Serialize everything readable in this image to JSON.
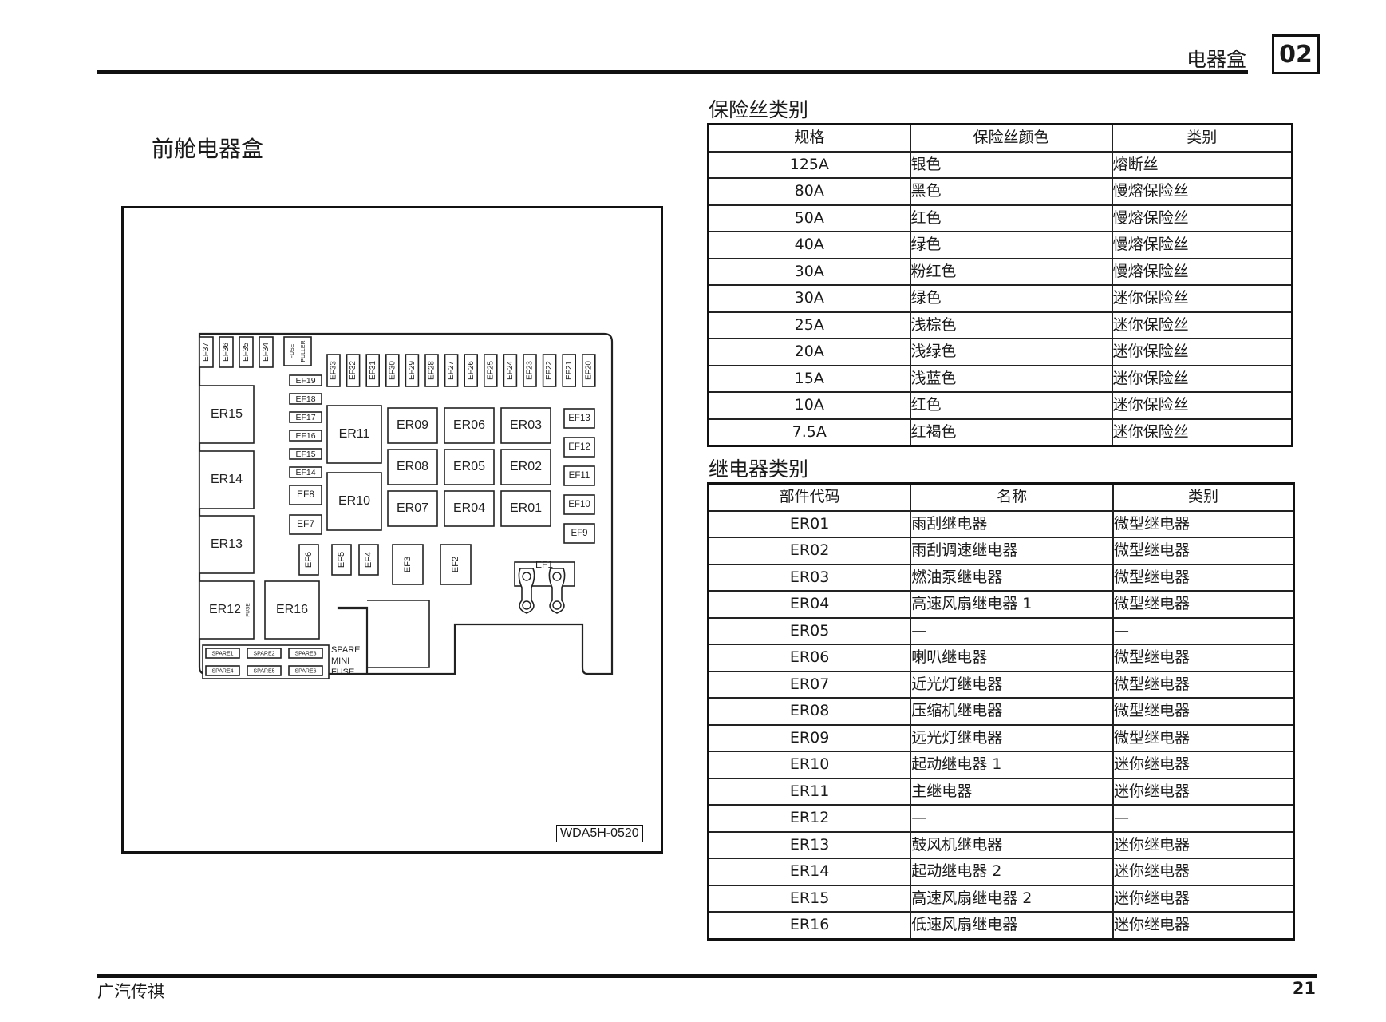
{
  "header": {
    "section_title": "电器盒",
    "chapter_number": "02"
  },
  "footer": {
    "brand": "广汽传祺",
    "page_number": "21"
  },
  "diagram": {
    "title": "前舱电器盒",
    "code": "WDA5H-0520",
    "relays_large": [
      "ER15",
      "ER14",
      "ER13",
      "ER12",
      "ER16",
      "ER11",
      "ER10"
    ],
    "relays_grid": [
      [
        "ER09",
        "ER06",
        "ER03"
      ],
      [
        "ER08",
        "ER05",
        "ER02"
      ],
      [
        "ER07",
        "ER04",
        "ER01"
      ]
    ],
    "top_fuses_left": [
      "EF37",
      "EF36",
      "EF35",
      "EF34"
    ],
    "fuse_puller": [
      "FUSE",
      "PULLER"
    ],
    "top_fuses_right": [
      "EF33",
      "EF32",
      "EF31",
      "EF30",
      "EF29",
      "EF28",
      "EF27",
      "EF26",
      "EF25",
      "EF24",
      "EF23",
      "EF22",
      "EF21",
      "EF20"
    ],
    "column_fuses": [
      "EF19",
      "EF18",
      "EF17",
      "EF16",
      "EF15",
      "EF14"
    ],
    "small_fuses": [
      "EF8",
      "EF7"
    ],
    "right_fuses": [
      "EF13",
      "EF12",
      "EF11",
      "EF10",
      "EF9"
    ],
    "bottom_fuses": [
      "EF6",
      "EF5",
      "EF4",
      "EF3",
      "EF2"
    ],
    "main_fuse": "EF1",
    "er12_fuse_label": "FUSE",
    "spares": [
      "SPARE1",
      "SPARE2",
      "SPARE3",
      "SPARE4",
      "SPARE5",
      "SPARE6"
    ],
    "spare_label": [
      "SPARE",
      "MINI",
      "FUSE"
    ]
  },
  "fuse_table": {
    "title": "保险丝类别",
    "headers": [
      "规格",
      "保险丝颜色",
      "类别"
    ],
    "rows": [
      [
        "125A",
        "银色",
        "熔断丝"
      ],
      [
        "80A",
        "黑色",
        "慢熔保险丝"
      ],
      [
        "50A",
        "红色",
        "慢熔保险丝"
      ],
      [
        "40A",
        "绿色",
        "慢熔保险丝"
      ],
      [
        "30A",
        "粉红色",
        "慢熔保险丝"
      ],
      [
        "30A",
        "绿色",
        "迷你保险丝"
      ],
      [
        "25A",
        "浅棕色",
        "迷你保险丝"
      ],
      [
        "20A",
        "浅绿色",
        "迷你保险丝"
      ],
      [
        "15A",
        "浅蓝色",
        "迷你保险丝"
      ],
      [
        "10A",
        "红色",
        "迷你保险丝"
      ],
      [
        "7.5A",
        "红褐色",
        "迷你保险丝"
      ]
    ]
  },
  "relay_table": {
    "title": "继电器类别",
    "headers": [
      "部件代码",
      "名称",
      "类别"
    ],
    "rows": [
      [
        "ER01",
        "雨刮继电器",
        "微型继电器"
      ],
      [
        "ER02",
        "雨刮调速继电器",
        "微型继电器"
      ],
      [
        "ER03",
        "燃油泵继电器",
        "微型继电器"
      ],
      [
        "ER04",
        "高速风扇继电器 1",
        "微型继电器"
      ],
      [
        "ER05",
        "—",
        "—"
      ],
      [
        "ER06",
        "喇叭继电器",
        "微型继电器"
      ],
      [
        "ER07",
        "近光灯继电器",
        "微型继电器"
      ],
      [
        "ER08",
        "压缩机继电器",
        "微型继电器"
      ],
      [
        "ER09",
        "远光灯继电器",
        "微型继电器"
      ],
      [
        "ER10",
        "起动继电器 1",
        "迷你继电器"
      ],
      [
        "ER11",
        "主继电器",
        "迷你继电器"
      ],
      [
        "ER12",
        "—",
        "—"
      ],
      [
        "ER13",
        "鼓风机继电器",
        "迷你继电器"
      ],
      [
        "ER14",
        "起动继电器 2",
        "迷你继电器"
      ],
      [
        "ER15",
        "高速风扇继电器 2",
        "迷你继电器"
      ],
      [
        "ER16",
        "低速风扇继电器",
        "迷你继电器"
      ]
    ]
  }
}
